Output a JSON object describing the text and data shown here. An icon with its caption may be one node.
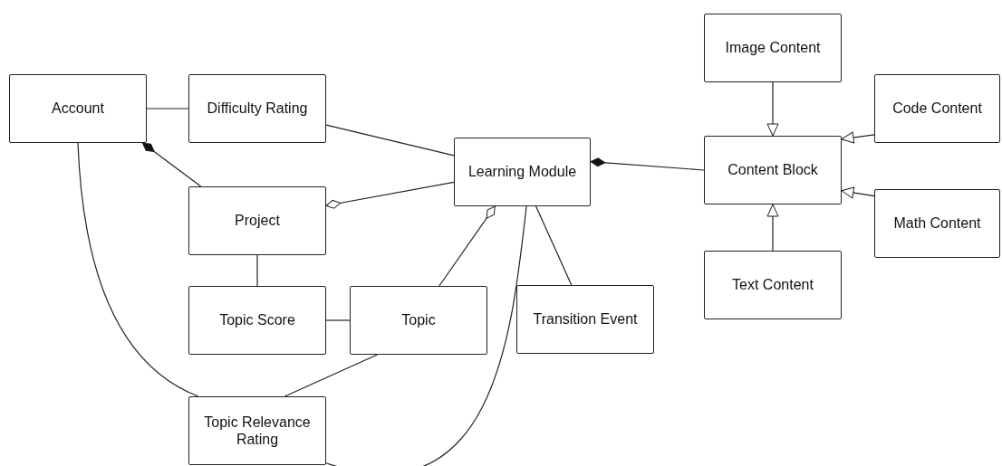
{
  "diagram": {
    "nodes": [
      {
        "text": [
          "Account"
        ]
      },
      {
        "text": [
          "Difficulty Rating"
        ]
      },
      {
        "text": [
          "Learning Module"
        ]
      },
      {
        "text": [
          "Project"
        ]
      },
      {
        "text": [
          "Topic Score"
        ]
      },
      {
        "text": [
          "Topic"
        ]
      },
      {
        "text": [
          "Transition Event"
        ]
      },
      {
        "text": [
          "Topic Relevance Rating"
        ]
      },
      {
        "text": [
          "Image Content"
        ]
      },
      {
        "text": [
          "Code Content"
        ]
      },
      {
        "text": [
          "Content Block"
        ]
      },
      {
        "text": [
          "Math Content"
        ]
      },
      {
        "text": [
          "Text Content"
        ]
      }
    ],
    "edges": [
      {
        "from": 0,
        "to": 1,
        "arrow": "none"
      },
      {
        "from": 1,
        "to": 2,
        "arrow": "none"
      },
      {
        "from": 3,
        "to": 0,
        "arrow": "other"
      },
      {
        "from": 2,
        "to": 3,
        "arrow": "other"
      },
      {
        "from": 5,
        "to": 2,
        "arrow": "other"
      },
      {
        "from": 10,
        "to": 2,
        "arrow": "other"
      },
      {
        "from": 2,
        "to": 6,
        "arrow": "none"
      },
      {
        "from": 3,
        "to": 4,
        "arrow": "none"
      },
      {
        "from": 4,
        "to": 5,
        "arrow": "none"
      },
      {
        "from": 5,
        "to": 7,
        "arrow": "none"
      },
      {
        "from": 0,
        "to": 7,
        "arrow": "none"
      },
      {
        "from": 2,
        "to": 7,
        "arrow": "none"
      },
      {
        "from": 8,
        "to": 10,
        "arrow": "to"
      },
      {
        "from": 9,
        "to": 10,
        "arrow": "to"
      },
      {
        "from": 11,
        "to": 10,
        "arrow": "to"
      },
      {
        "from": 12,
        "to": 10,
        "arrow": "to"
      }
    ]
  }
}
